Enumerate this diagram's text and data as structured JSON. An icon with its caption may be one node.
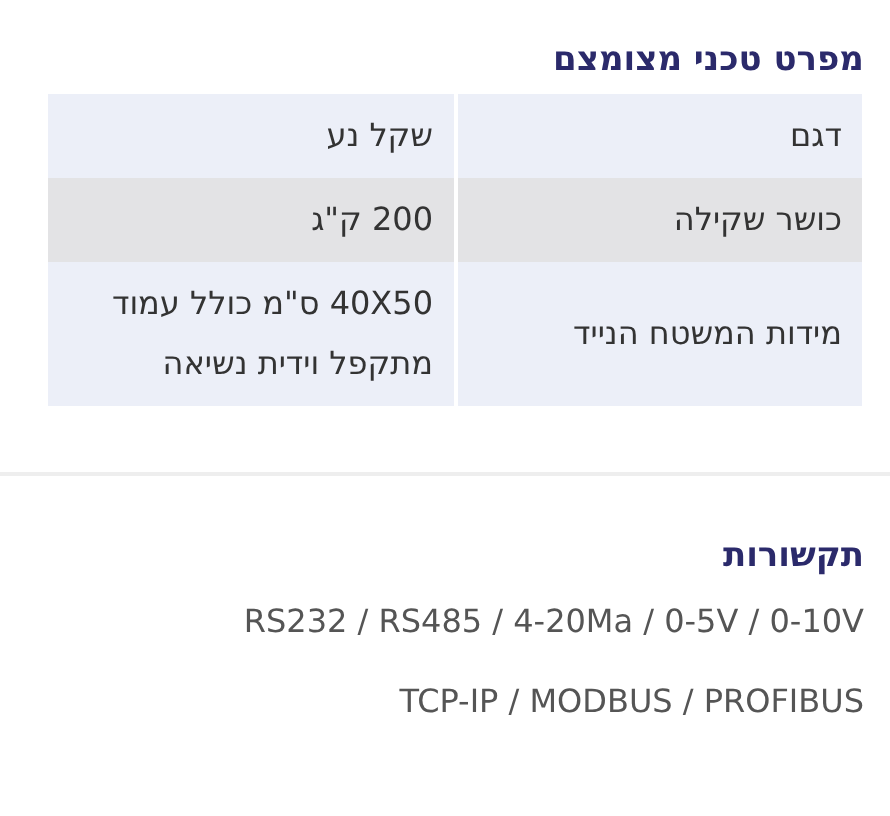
{
  "diagram": {
    "labels": [
      "מפרט טכני מצומצם",
      "דגם",
      "שקל נע",
      "כושר שקילה",
      "200 ק\"ג",
      "מידות המשטח הנייד",
      "40X50 ס\"מ כולל עמוד מתקפל וידית נשיאה",
      "תקשורות",
      "RS232 / RS485 / 4-20Ma / 0-5V / 0-10V",
      "TCP-IP / MODBUS / PROFIBUS"
    ]
  }
}
